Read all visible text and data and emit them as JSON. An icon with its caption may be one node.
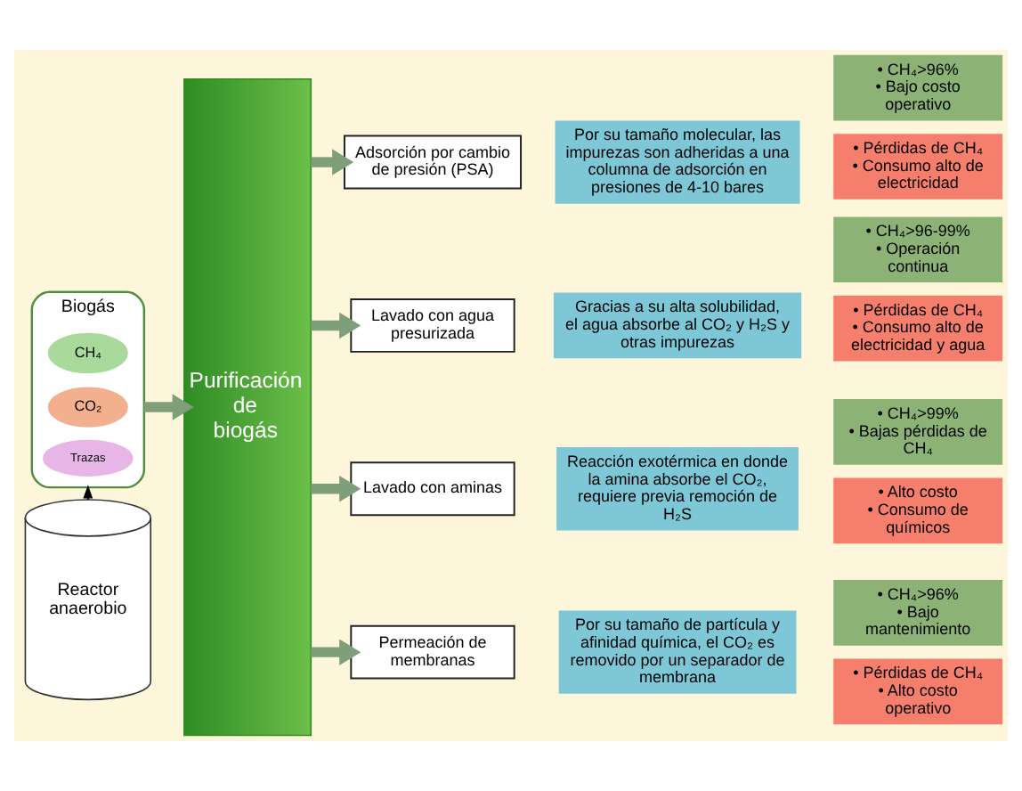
{
  "diagram": {
    "nodes": [
      {
        "text": [
          "Reactor anaerobio"
        ]
      },
      {
        "text": [
          "Biogás"
        ]
      },
      {
        "text": [
          "CH₄"
        ],
        "in": 1
      },
      {
        "text": [
          "CO₂"
        ],
        "in": 1
      },
      {
        "text": [
          "Trazas"
        ],
        "in": 1
      },
      {
        "text": [
          "Purificación de biogás"
        ]
      },
      {
        "text": [
          "Adsorción por cambio de presión (PSA)"
        ]
      },
      {
        "text": [
          "Por su tamaño molecular, las impurezas son adheridas a una columna de adsorción en presiones de 4-10 bares"
        ]
      },
      {
        "text": [
          "• CH₄>96%",
          "• Bajo costo operativo"
        ]
      },
      {
        "text": [
          "• Pérdidas de CH₄",
          "• Consumo alto de electricidad"
        ]
      },
      {
        "text": [
          "Lavado con agua presurizada"
        ]
      },
      {
        "text": [
          "Gracias a su alta solubilidad, el agua absorbe al CO₂ y H₂S y otras impurezas"
        ]
      },
      {
        "text": [
          "• CH₄>96-99%",
          "• Operación continua"
        ]
      },
      {
        "text": [
          "• Pérdidas de CH₄",
          "• Consumo alto de electricidad y agua"
        ]
      },
      {
        "text": [
          "Lavado con aminas"
        ]
      },
      {
        "text": [
          "Reacción exotérmica en donde la amina absorbe el CO₂, requiere previa remoción de H₂S"
        ]
      },
      {
        "text": [
          "• CH₄>99%",
          "• Bajas pérdidas de CH₄"
        ]
      },
      {
        "text": [
          "• Alto costo",
          "• Consumo de químicos"
        ]
      },
      {
        "text": [
          "Permeación de membranas"
        ]
      },
      {
        "text": [
          "Por su tamaño de partícula y afinidad química, el CO₂ es removido por un separador de membrana"
        ]
      },
      {
        "text": [
          "• CH₄>96%",
          "• Bajo mantenimiento"
        ]
      },
      {
        "text": [
          "• Pérdidas de CH₄",
          "• Alto costo operativo"
        ]
      }
    ],
    "edges": [
      {
        "from": 0,
        "to": 1,
        "arrow": "to",
        "color": "#000000"
      },
      {
        "from": 1,
        "to": 5,
        "arrow": "to"
      },
      {
        "from": 5,
        "to": 6,
        "arrow": "to"
      },
      {
        "from": 5,
        "to": 10,
        "arrow": "to"
      },
      {
        "from": 5,
        "to": 14,
        "arrow": "to"
      },
      {
        "from": 5,
        "to": 18,
        "arrow": "to"
      }
    ]
  }
}
